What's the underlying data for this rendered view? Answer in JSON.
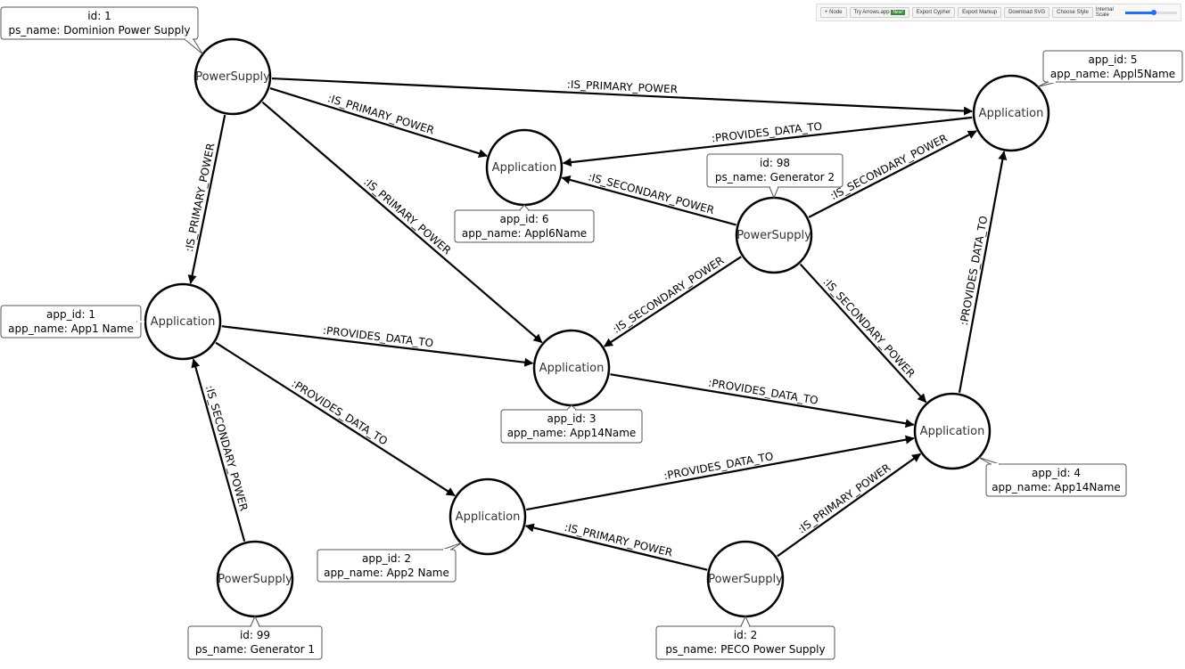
{
  "toolbar": {
    "add_node": "+ Node",
    "try_arrows": "Try Arrows.app",
    "new_badge": "New!",
    "export_cypher": "Export Cypher",
    "export_markup": "Export Markup",
    "download_svg": "Download SVG",
    "choose_style": "Choose Style",
    "internal_scale_label": "Internal Scale",
    "internal_scale_value": 0.55
  },
  "nodes": [
    {
      "key": "ps1",
      "label": "PowerSupply",
      "props": [
        "id: 1",
        "ps_name: Dominion Power Supply"
      ]
    },
    {
      "key": "a5",
      "label": "Application",
      "props": [
        "app_id: 5",
        "app_name: Appl5Name"
      ]
    },
    {
      "key": "a6",
      "label": "Application",
      "props": [
        "app_id: 6",
        "app_name: Appl6Name"
      ]
    },
    {
      "key": "ps98",
      "label": "PowerSupply",
      "props": [
        "id: 98",
        "ps_name: Generator 2"
      ]
    },
    {
      "key": "a1",
      "label": "Application",
      "props": [
        "app_id: 1",
        "app_name: App1 Name"
      ]
    },
    {
      "key": "a3",
      "label": "Application",
      "props": [
        "app_id: 3",
        "app_name: App14Name"
      ]
    },
    {
      "key": "a4",
      "label": "Application",
      "props": [
        "app_id: 4",
        "app_name: App14Name"
      ]
    },
    {
      "key": "a2",
      "label": "Application",
      "props": [
        "app_id: 2",
        "app_name: App2 Name"
      ]
    },
    {
      "key": "ps99",
      "label": "PowerSupply",
      "props": [
        "id: 99",
        "ps_name: Generator 1"
      ]
    },
    {
      "key": "ps2",
      "label": "PowerSupply",
      "props": [
        "id: 2",
        "ps_name: PECO Power Supply"
      ]
    }
  ],
  "edges": [
    {
      "from": "ps1",
      "to": "a5",
      "type": ":IS_PRIMARY_POWER"
    },
    {
      "from": "ps1",
      "to": "a6",
      "type": ":IS_PRIMARY_POWER"
    },
    {
      "from": "ps1",
      "to": "a1",
      "type": ":IS_PRIMARY_POWER"
    },
    {
      "from": "ps1",
      "to": "a3",
      "type": ":IS_PRIMARY_POWER"
    },
    {
      "from": "a5",
      "to": "a6",
      "type": ":PROVIDES_DATA_TO"
    },
    {
      "from": "ps98",
      "to": "a6",
      "type": ":IS_SECONDARY_POWER"
    },
    {
      "from": "ps98",
      "to": "a5",
      "type": ":IS_SECONDARY_POWER"
    },
    {
      "from": "ps98",
      "to": "a3",
      "type": ":IS_SECONDARY_POWER"
    },
    {
      "from": "ps98",
      "to": "a4",
      "type": ":IS_SECONDARY_POWER"
    },
    {
      "from": "a4",
      "to": "a5",
      "type": ":PROVIDES_DATA_TO"
    },
    {
      "from": "a1",
      "to": "a3",
      "type": ":PROVIDES_DATA_TO"
    },
    {
      "from": "a1",
      "to": "a2",
      "type": ":PROVIDES_DATA_TO"
    },
    {
      "from": "a3",
      "to": "a4",
      "type": ":PROVIDES_DATA_TO"
    },
    {
      "from": "a2",
      "to": "a4",
      "type": ":PROVIDES_DATA_TO"
    },
    {
      "from": "ps99",
      "to": "a1",
      "type": ":IS_SECONDARY_POWER"
    },
    {
      "from": "ps2",
      "to": "a2",
      "type": ":IS_PRIMARY_POWER"
    },
    {
      "from": "ps2",
      "to": "a4",
      "type": ":IS_PRIMARY_POWER"
    }
  ]
}
